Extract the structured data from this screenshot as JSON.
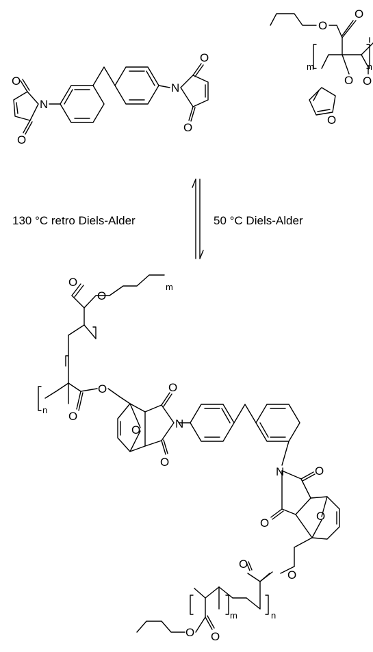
{
  "conditions": {
    "left": "130 °C retro Diels-Alder",
    "right": "50 °C Diels-Alder"
  },
  "atoms": {
    "oxygen": "O",
    "nitrogen": "N"
  },
  "subscripts": {
    "m": "m",
    "n": "n"
  }
}
